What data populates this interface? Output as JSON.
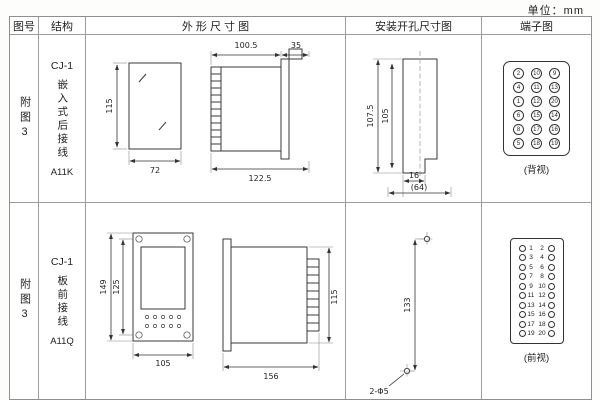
{
  "unit_label": "单位：mm",
  "headers": {
    "fig_no": "图号",
    "structure": "结构",
    "outline": "外 形 尺 寸 图",
    "install": "安装开孔尺寸图",
    "terminal": "端子图"
  },
  "row1": {
    "fig_no": "附图3",
    "model": "CJ-1",
    "structure": "嵌入式后接线",
    "code": "A11K",
    "dims": {
      "front_height": "115",
      "front_width": "72",
      "side_width": "100.5",
      "side_panel": "35",
      "side_total": "122.5"
    },
    "install": {
      "h_outer": "107.5",
      "h_inner": "105",
      "w_left": "16",
      "w_total": "(64)"
    },
    "terminal": {
      "rows": [
        [
          "2",
          "10",
          "9"
        ],
        [
          "4",
          "11",
          "13"
        ],
        [
          "1",
          "12",
          "20"
        ],
        [
          "6",
          "15",
          "14"
        ],
        [
          "8",
          "17",
          "16"
        ],
        [
          "5",
          "18",
          "19"
        ]
      ],
      "view_label": "(背视)"
    }
  },
  "row2": {
    "fig_no": "附图3",
    "model": "CJ-1",
    "structure": "板前接线",
    "code": "A11Q",
    "dims": {
      "front_h_outer": "149",
      "front_h_inner": "125",
      "front_width": "105",
      "side_width": "156",
      "side_height": "115"
    },
    "install": {
      "height": "133",
      "holes": "2-Φ5"
    },
    "terminal": {
      "left": [
        "1",
        "3",
        "5",
        "7",
        "9",
        "11",
        "13",
        "15",
        "17",
        "19"
      ],
      "right": [
        "2",
        "4",
        "6",
        "8",
        "10",
        "12",
        "14",
        "16",
        "18",
        "20"
      ],
      "view_label": "(前视)"
    }
  }
}
